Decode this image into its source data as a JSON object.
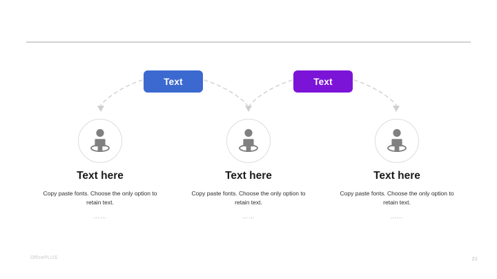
{
  "slide": {
    "background_color": "#ffffff",
    "divider_color": "#d2d2d2"
  },
  "buttons": [
    {
      "label": "Text",
      "color": "#3C69D0",
      "name": "pill-button-text-1"
    },
    {
      "label": "Text",
      "color": "#7C14D8",
      "name": "pill-button-text-2"
    }
  ],
  "icons": {
    "glyph_name": "person-on-location-ring-icon",
    "glyph_color": "#808080",
    "circle_border_color": "#dcdcdc",
    "count": 3
  },
  "connectors": {
    "style": "dashed-curved-arrow",
    "color": "#cfcfcf",
    "count": 4,
    "arrowhead": "triangle-down"
  },
  "columns": [
    {
      "heading": "Text here",
      "body": "Copy paste fonts. Choose the only option to retain text.",
      "dots": "……"
    },
    {
      "heading": "Text here",
      "body": "Copy paste fonts. Choose the only option to retain text.",
      "dots": "……"
    },
    {
      "heading": "Text here",
      "body": "Copy paste fonts. Choose the only option to retain text.",
      "dots": "……"
    }
  ],
  "footer": {
    "brand": "OfficePLUS",
    "page_number": "21"
  }
}
